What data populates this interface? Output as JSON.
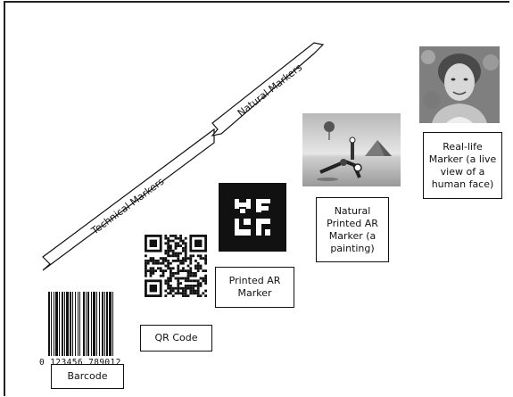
{
  "arrow": {
    "technical_label": "Technical Markers",
    "natural_label": "Natural Markers"
  },
  "markers": {
    "barcode": {
      "label": "Barcode",
      "digits": "0 123456 789012"
    },
    "qr_code": {
      "label": "QR Code"
    },
    "printed_ar": {
      "label": "Printed AR Marker"
    },
    "natural_printed_ar": {
      "label": "Natural Printed AR Marker (a painting)"
    },
    "real_life": {
      "label": "Real-life Marker (a live view of a human face)"
    }
  },
  "colors": {
    "ink": "#111111",
    "ar_marker_bg": "#111111",
    "painting_sky": "#c9c9c9",
    "photo_bg": "#8a8a8a"
  }
}
